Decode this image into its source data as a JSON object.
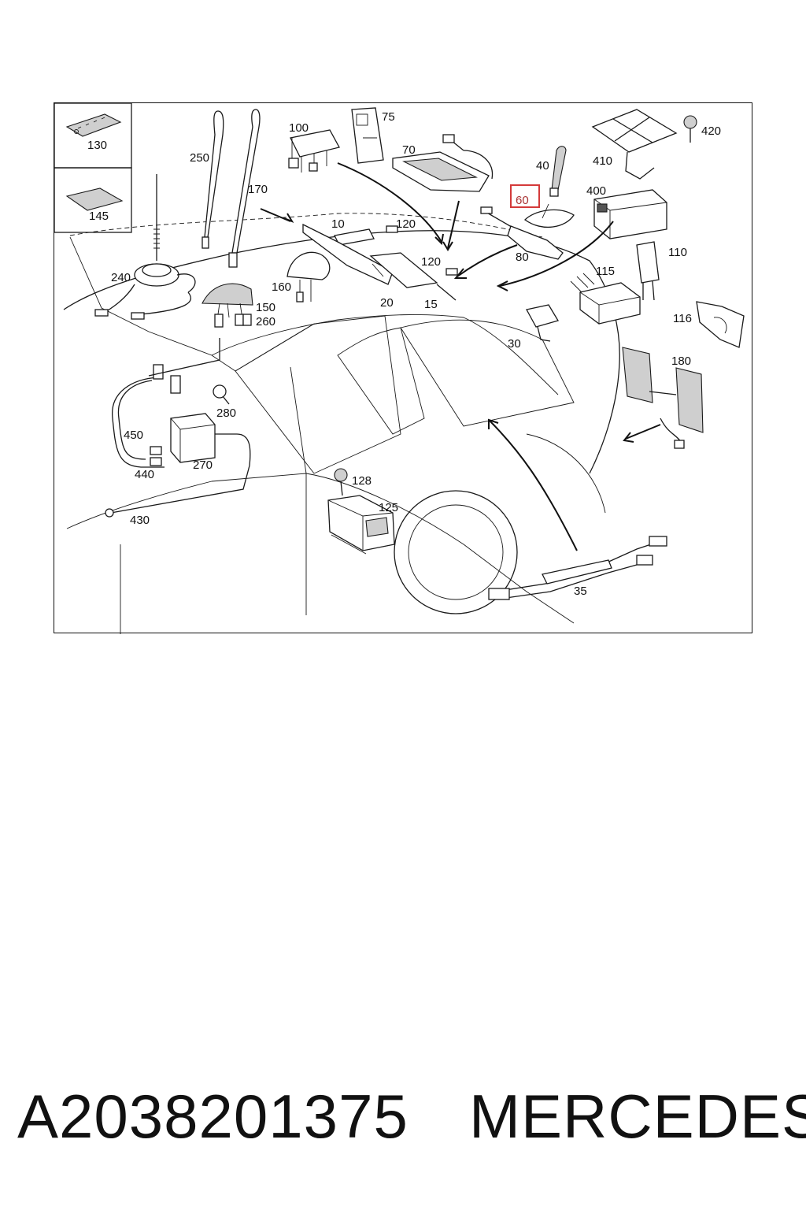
{
  "diagram": {
    "callouts": {
      "c130": "130",
      "c145": "145",
      "c250": "250",
      "c170": "170",
      "c240": "240",
      "c100": "100",
      "c75": "75",
      "c70": "70",
      "c40": "40",
      "c60": "60",
      "c410": "410",
      "c420": "420",
      "c400": "400",
      "c10": "10",
      "c120a": "120",
      "c120b": "120",
      "c80": "80",
      "c110": "110",
      "c160": "160",
      "c150": "150",
      "c260": "260",
      "c20": "20",
      "c15": "15",
      "c115": "115",
      "c116": "116",
      "c30": "30",
      "c180": "180",
      "c280": "280",
      "c450": "450",
      "c270": "270",
      "c440": "440",
      "c128": "128",
      "c125": "125",
      "c430": "430",
      "c35": "35"
    },
    "highlighted_callout": "60",
    "highlight_color": "#d43a3a"
  },
  "caption": {
    "part_number": "A2038201375",
    "brand": "MERCEDES"
  }
}
